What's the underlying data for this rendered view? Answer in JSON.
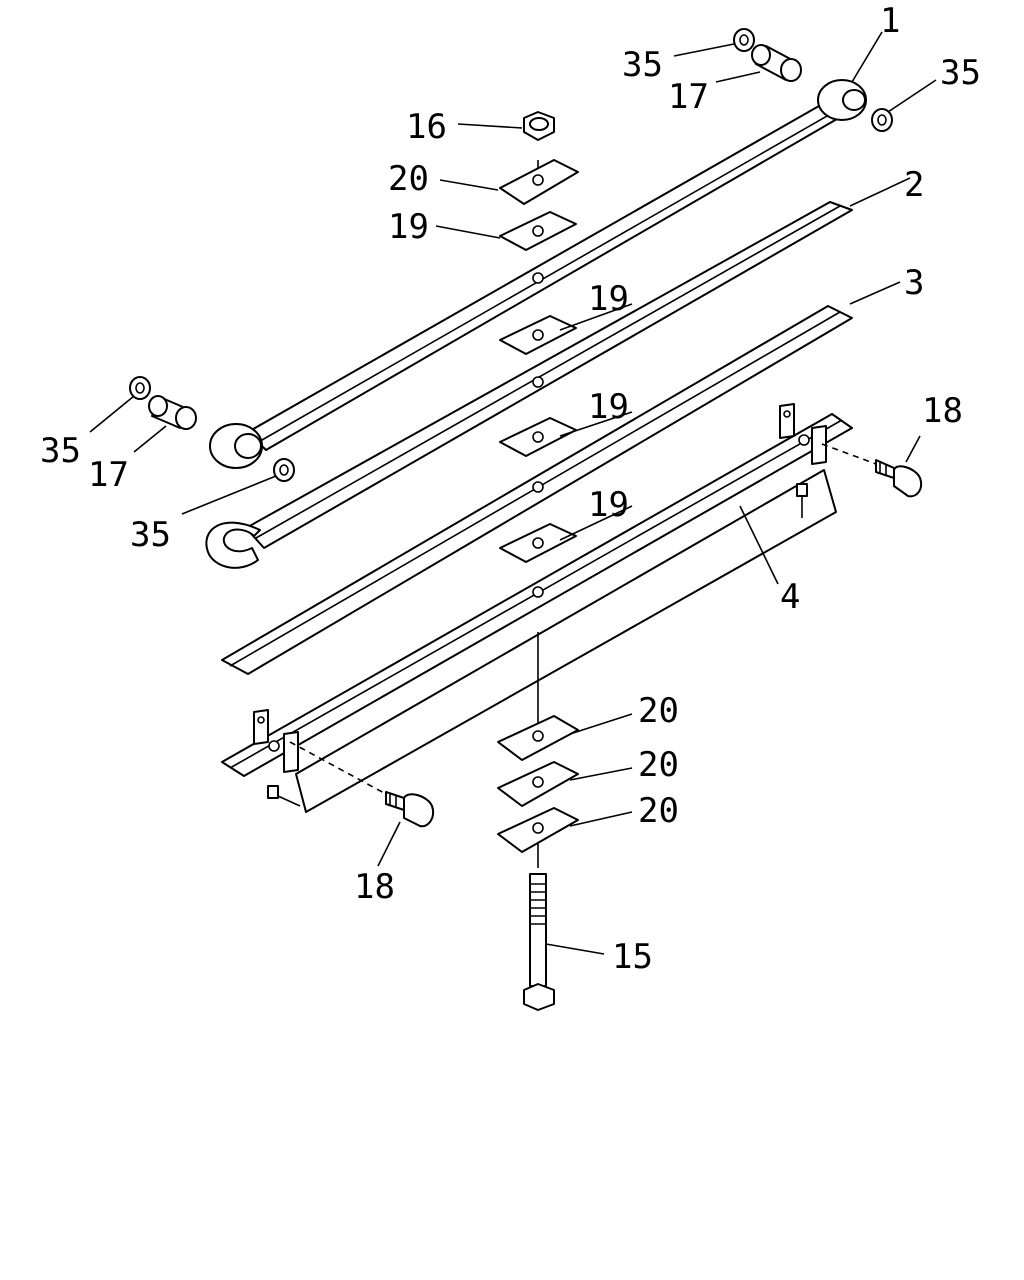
{
  "callouts": {
    "c1": "1",
    "c2": "2",
    "c3": "3",
    "c4": "4",
    "c15": "15",
    "c16": "16",
    "c17_top": "17",
    "c17_left": "17",
    "c18_right": "18",
    "c18_bottom": "18",
    "c19_a": "19",
    "c19_b": "19",
    "c19_c": "19",
    "c19_d": "19",
    "c20_top": "20",
    "c20_a": "20",
    "c20_b": "20",
    "c20_c": "20",
    "c35_top": "35",
    "c35_right": "35",
    "c35_left": "35",
    "c35_lower": "35"
  }
}
